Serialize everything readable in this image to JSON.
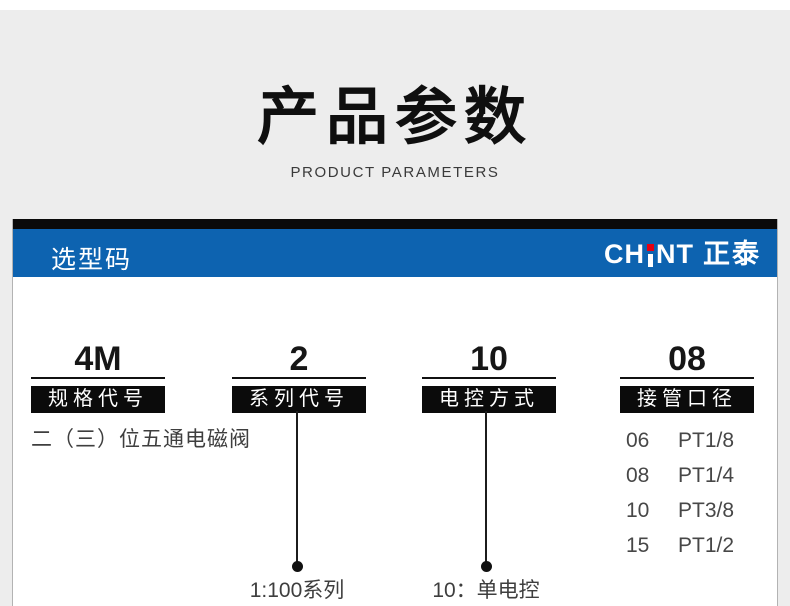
{
  "header": {
    "title": "产品参数",
    "subtitle": "PRODUCT PARAMETERS"
  },
  "card": {
    "header": "选型码",
    "brand": {
      "left": "CH",
      "right": "NT",
      "cn": "正泰",
      "dot_icon": "red-square-dot"
    }
  },
  "selector": {
    "columns": [
      {
        "code": "4M",
        "label": "规格代号",
        "note": "二（三）位五通电磁阀"
      },
      {
        "code": "2",
        "label": "系列代号",
        "callout": "1:100系列"
      },
      {
        "code": "10",
        "label": "电控方式",
        "callout": "10：单电控"
      },
      {
        "code": "08",
        "label": "接管口径"
      }
    ],
    "port_options": [
      {
        "code": "06",
        "value": "PT1/8"
      },
      {
        "code": "08",
        "value": "PT1/4"
      },
      {
        "code": "10",
        "value": "PT3/8"
      },
      {
        "code": "15",
        "value": "PT1/2"
      }
    ]
  },
  "colors": {
    "accent_blue": "#0d63b0",
    "logo_red": "#e60012",
    "label_box_black": "#0b0b0b",
    "page_gray": "#ededed"
  }
}
